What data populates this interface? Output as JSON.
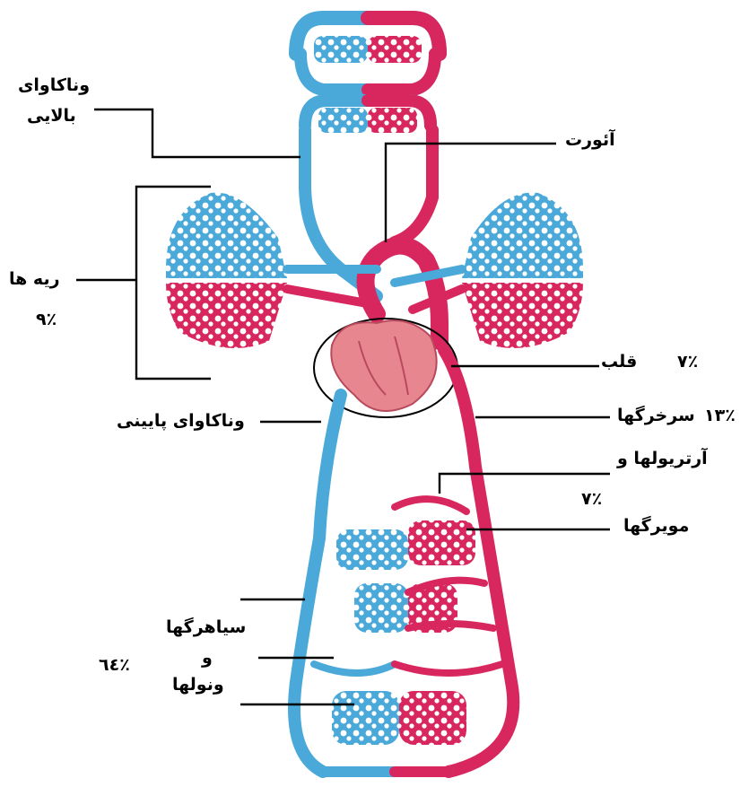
{
  "labels": {
    "svc_line1": "وناکاوای",
    "svc_line2": "بالایی",
    "aorta": "آئورت",
    "lungs": "ریه ها",
    "lungs_pct": "۹٪",
    "heart": "قلب",
    "heart_pct": "۷٪",
    "arteries": "سرخرگها",
    "arteries_pct": "۱۳٪",
    "ivc": "وناکاوای پایینی",
    "arterioles_line1": "آرتریولها و",
    "arterioles_line2": "مویرگها",
    "arterioles_pct": "۷٪",
    "veins_line1": "سیاهرگها",
    "veins_line2": "و",
    "veins_line3": "ونولها",
    "veins_pct": "٦٤٪"
  },
  "colors": {
    "venous": "#4aa9d9",
    "arterial": "#d8275f",
    "heart": "#e8868f"
  }
}
